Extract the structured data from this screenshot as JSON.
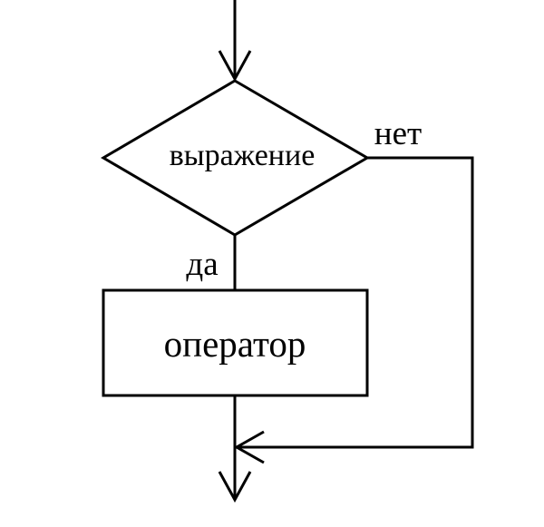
{
  "diagram": {
    "decision": {
      "text": "выражение"
    },
    "process": {
      "text": "оператор"
    },
    "branches": {
      "yes": "да",
      "no": "нет"
    },
    "colors": {
      "stroke": "#000000",
      "background": "#ffffff"
    }
  }
}
